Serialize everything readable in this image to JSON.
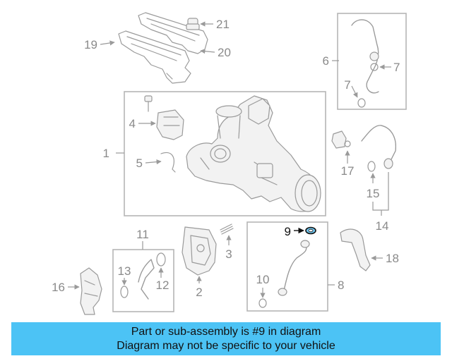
{
  "callouts": [
    "1",
    "2",
    "3",
    "4",
    "5",
    "6",
    "7",
    "7",
    "8",
    "9",
    "10",
    "11",
    "12",
    "13",
    "14",
    "15",
    "16",
    "17",
    "18",
    "19",
    "20",
    "21"
  ],
  "highlight_part": "9",
  "banner": {
    "line1": "Part or sub-assembly is #9 in diagram",
    "line2": "Diagram may not be specific to your vehicle"
  },
  "colors": {
    "banner": "#4cc3f5",
    "highlight_part": "#6ec6f0",
    "line_art": "#9a9a9a",
    "callout_text": "#8a8a8a"
  }
}
